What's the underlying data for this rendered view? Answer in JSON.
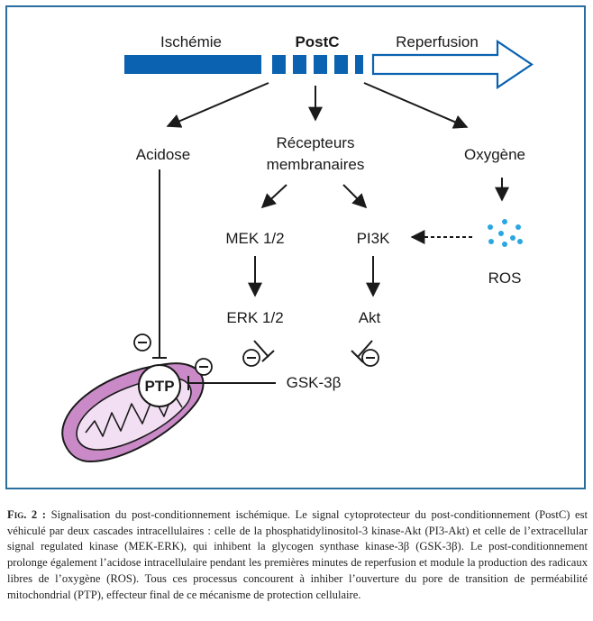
{
  "timeline": {
    "ischemia": "Ischémie",
    "postc": "PostC",
    "reperfusion": "Reperfusion"
  },
  "nodes": {
    "acidose": "Acidose",
    "recepteurs_line1": "Récepteurs",
    "recepteurs_line2": "membranaires",
    "oxygene": "Oxygène",
    "mek": "MEK 1/2",
    "pi3k": "PI3K",
    "ros": "ROS",
    "erk": "ERK 1/2",
    "akt": "Akt",
    "gsk": "GSK-3β",
    "ptp": "PTP"
  },
  "colors": {
    "timeline_blue": "#0a62b0",
    "frame_blue": "#2a6f9e",
    "ros_dots": "#2aa6e0",
    "mito_outer": "#c98ac7",
    "mito_inner": "#f3dff3"
  },
  "caption": {
    "lead": "Fig. 2 :",
    "text": "Signalisation du post-conditionnement ischémique. Le signal cytoprotecteur du post-conditionnement (PostC) est véhiculé par deux cascades intracellulaires : celle de la phosphatidylinositol-3 kinase-Akt (PI3-Akt) et celle de l’extracellular signal regulated kinase (MEK-ERK), qui inhibent la glycogen synthase kinase-3β (GSK-3β). Le post-conditionnement prolonge également l’acidose intracellulaire pendant les premières minutes de reperfusion et module la production des radicaux libres de l’oxygène (ROS). Tous ces processus concourent à inhiber l’ouverture du pore de transition de perméabilité mitochondrial (PTP), effecteur final de ce mécanisme de protection cellulaire."
  }
}
